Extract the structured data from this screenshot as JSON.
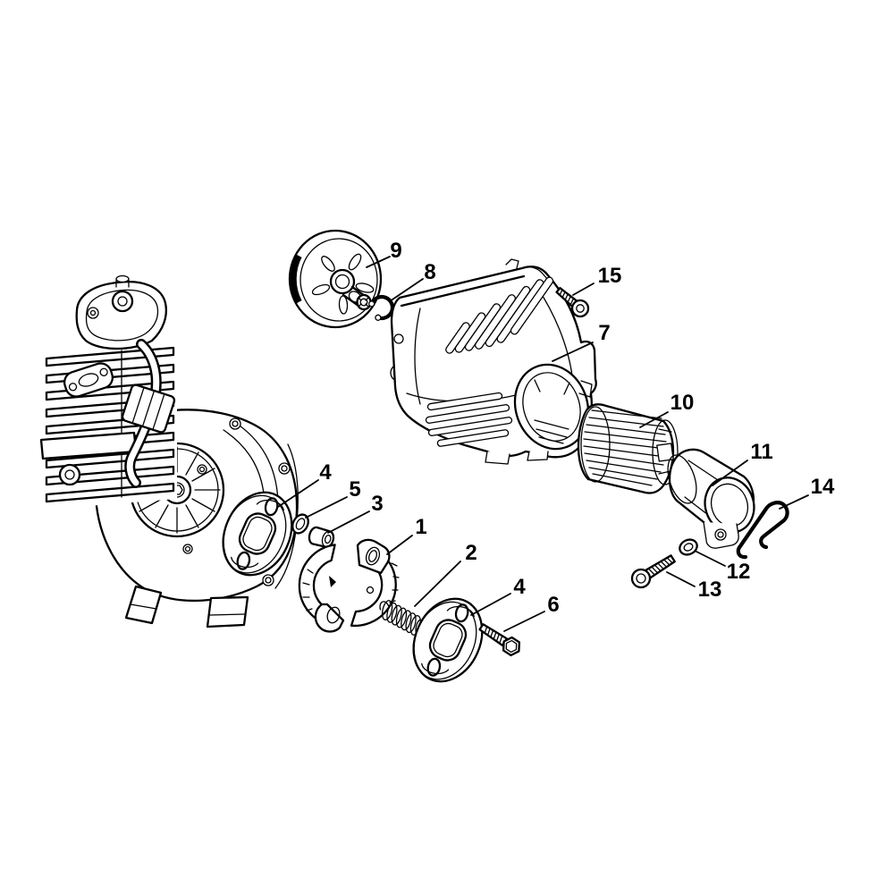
{
  "diagram": {
    "background_color": "#ffffff",
    "line_color": "#000000",
    "callouts": [
      {
        "number": "9",
        "part": "clutch-drum",
        "label": [
          443,
          280
        ],
        "leader": [
          [
            436,
            287
          ],
          [
            410,
            299
          ]
        ]
      },
      {
        "number": "8",
        "part": "retaining-ring",
        "label": [
          481,
          304
        ],
        "leader": [
          [
            473,
            312
          ],
          [
            436,
            337
          ]
        ]
      },
      {
        "number": "15",
        "part": "housing-screw",
        "label": [
          682,
          308
        ],
        "leader": [
          [
            664,
            317
          ],
          [
            641,
            330
          ]
        ]
      },
      {
        "number": "7",
        "part": "fan-housing",
        "label": [
          676,
          372
        ],
        "leader": [
          [
            663,
            383
          ],
          [
            618,
            404
          ]
        ]
      },
      {
        "number": "10",
        "part": "ribbed-sleeve",
        "label": [
          763,
          450
        ],
        "leader": [
          [
            747,
            461
          ],
          [
            716,
            478
          ]
        ]
      },
      {
        "number": "11",
        "part": "bearing-sleeve",
        "label": [
          852,
          505
        ],
        "leader": [
          [
            836,
            515
          ],
          [
            797,
            543
          ]
        ]
      },
      {
        "number": "14",
        "part": "wire-spring-clip",
        "label": [
          920,
          544
        ],
        "leader": [
          [
            904,
            554
          ],
          [
            872,
            569
          ]
        ]
      },
      {
        "number": "12",
        "part": "washer",
        "label": [
          826,
          639
        ],
        "leader": [
          [
            811,
            633
          ],
          [
            779,
            617
          ]
        ]
      },
      {
        "number": "13",
        "part": "socket-screw",
        "label": [
          794,
          659
        ],
        "leader": [
          [
            777,
            656
          ],
          [
            746,
            640
          ]
        ]
      },
      {
        "number": "4",
        "part": "carrier-plate-front",
        "label": [
          364,
          528
        ],
        "leader": [
          [
            356,
            537
          ],
          [
            311,
            567
          ]
        ]
      },
      {
        "number": "5",
        "part": "sealing-ring",
        "label": [
          397,
          547
        ],
        "leader": [
          [
            388,
            556
          ],
          [
            342,
            579
          ]
        ]
      },
      {
        "number": "3",
        "part": "spacer-bushing",
        "label": [
          422,
          563
        ],
        "leader": [
          [
            413,
            572
          ],
          [
            367,
            596
          ]
        ]
      },
      {
        "number": "1",
        "part": "clutch-shoes",
        "label": [
          471,
          589
        ],
        "leader": [
          [
            461,
            599
          ],
          [
            433,
            620
          ]
        ]
      },
      {
        "number": "2",
        "part": "tension-spring",
        "label": [
          527,
          618
        ],
        "leader": [
          [
            515,
            628
          ],
          [
            464,
            678
          ]
        ]
      },
      {
        "number": "4",
        "part": "carrier-plate-rear",
        "label": [
          581,
          656
        ],
        "leader": [
          [
            571,
            664
          ],
          [
            527,
            688
          ]
        ]
      },
      {
        "number": "6",
        "part": "hex-bolt",
        "label": [
          619,
          676
        ],
        "leader": [
          [
            609,
            684
          ],
          [
            564,
            706
          ]
        ]
      }
    ]
  }
}
